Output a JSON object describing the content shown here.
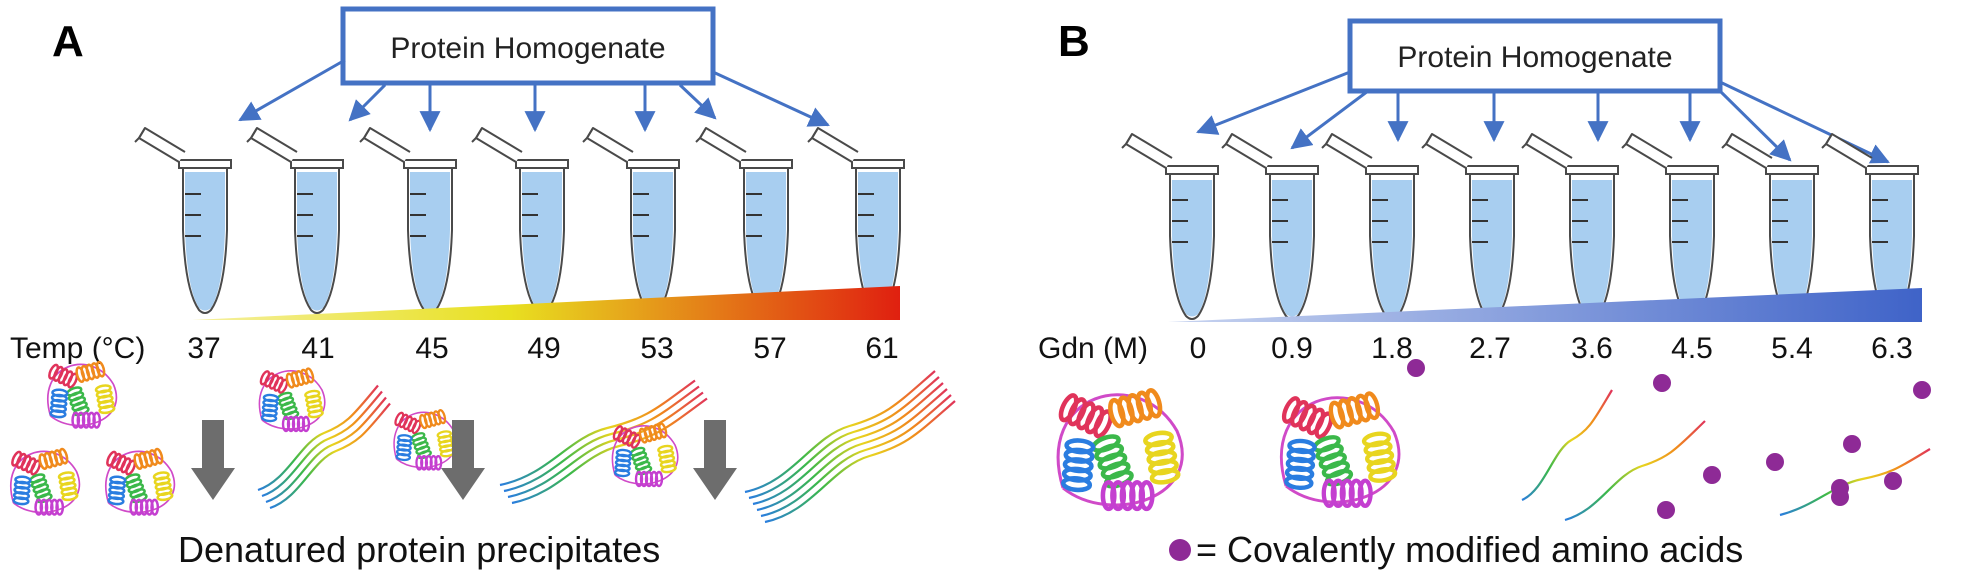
{
  "panel_a": {
    "letter": "A",
    "box_label": "Protein Homogenate",
    "axis_label": "Temp  (°C)",
    "values": [
      "37",
      "41",
      "45",
      "49",
      "53",
      "57",
      "61"
    ],
    "gradient_start": "#f5f0a0",
    "gradient_mid": "#e8e020",
    "gradient_end": "#e02010",
    "caption": "Denatured protein precipitates"
  },
  "panel_b": {
    "letter": "B",
    "box_label": "Protein Homogenate",
    "axis_label": "Gdn (M)",
    "values": [
      "0",
      "0.9",
      "1.8",
      "2.7",
      "3.6",
      "4.5",
      "5.4",
      "6.3"
    ],
    "gradient_start": "#c8d4f0",
    "gradient_end": "#3f63c8",
    "caption": "= Covalently modified amino acids"
  },
  "colors": {
    "arrow_blue": "#4472c4",
    "tube_liquid": "#a8cef0",
    "tube_outline": "#4a4a4a",
    "down_arrow_gray": "#6d6d6d",
    "modification_dot": "#8e2a96"
  },
  "icons": {
    "tube": "microcentrifuge-tube-icon",
    "folded_protein": "folded-protein-icon",
    "unfolded_protein": "unfolded-protein-strands-icon",
    "precipitation_arrow": "down-arrow-icon",
    "modification": "purple-dot-icon"
  }
}
